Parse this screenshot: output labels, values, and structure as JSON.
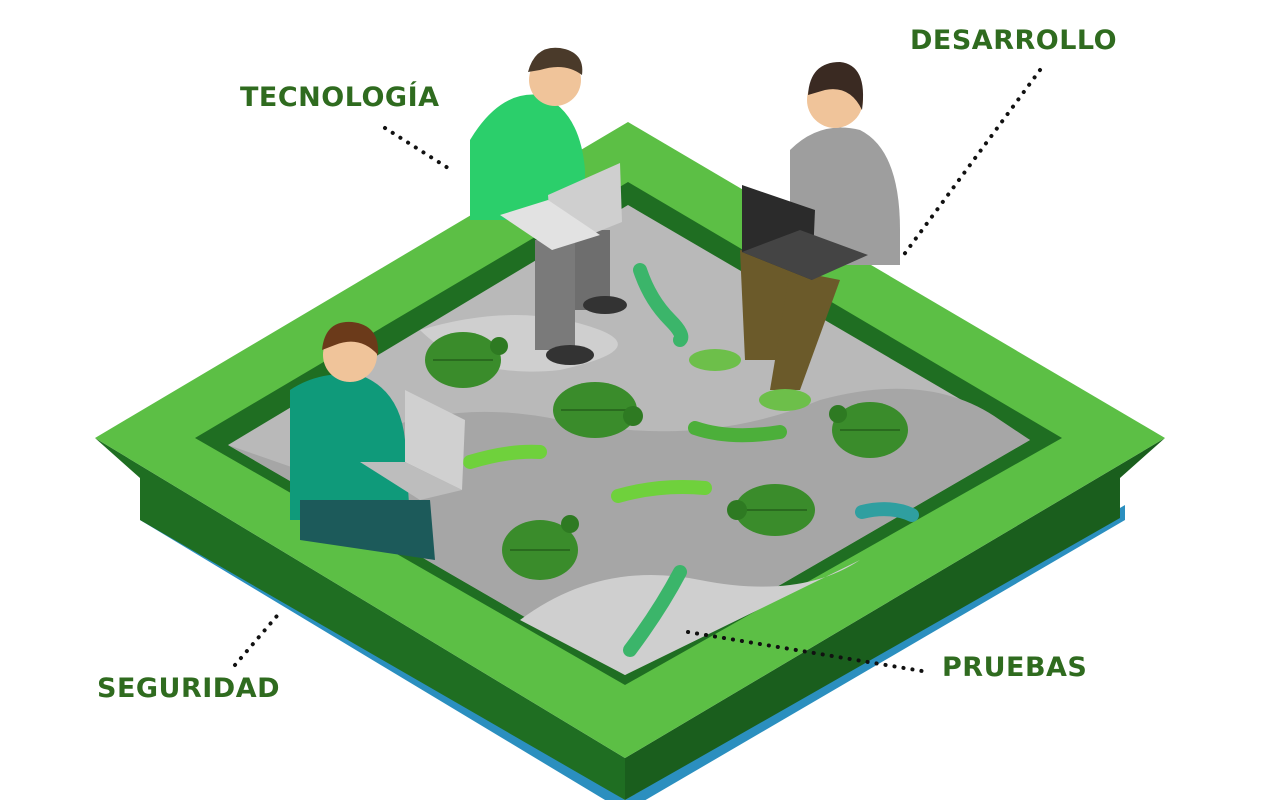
{
  "labels": {
    "tecnologia": "TECNOLOGÍA",
    "desarrollo": "DESARROLLO",
    "seguridad": "SEGURIDAD",
    "pruebas": "PRUEBAS"
  },
  "colors": {
    "label_text": "#2f6b1f",
    "frame_top": "#5cbf45",
    "frame_side": "#1f6e22",
    "frame_inner": "#3f9a34",
    "sand": "#b9b9b9",
    "water_base": "#2b8fbf",
    "bug_body": "#3a8c2b"
  },
  "icons": [
    "person-icon",
    "laptop-icon",
    "beetle-icon",
    "caterpillar-icon"
  ]
}
